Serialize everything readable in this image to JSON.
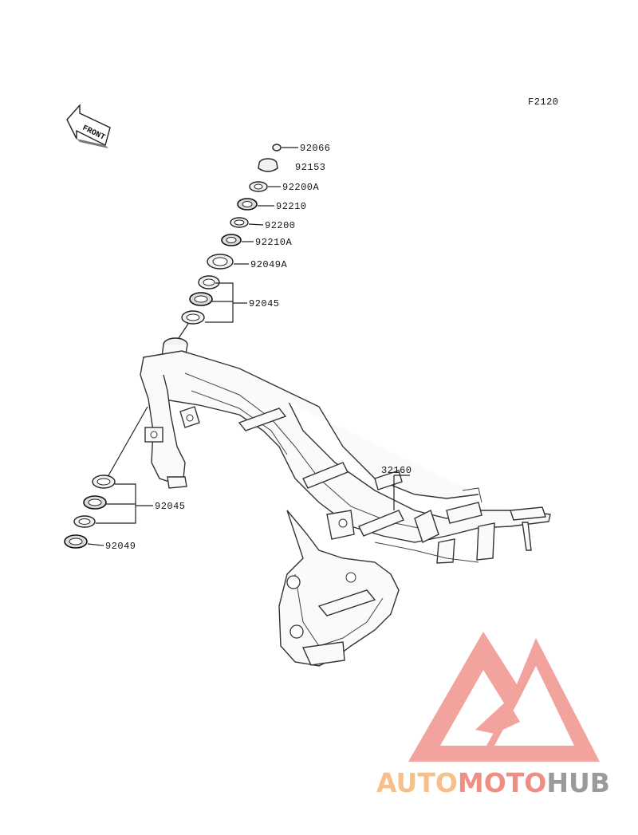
{
  "figure_code": "F2120",
  "front_label": "FRONT",
  "parts": {
    "p92066": "92066",
    "p92153": "92153",
    "p92200A": "92200A",
    "p92210": "92210",
    "p92200": "92200",
    "p92210A": "92210A",
    "p92049A": "92049A",
    "p92045_upper": "92045",
    "p32160": "32160",
    "p92045_lower": "92045",
    "p92049": "92049"
  },
  "watermark": {
    "part1": "AUTO",
    "part2": "MOTO",
    "part3": "HUB",
    "colors": {
      "part1": "#f7c08a",
      "part2": "#ee8f84",
      "part3": "#9a9a9a",
      "logo": "#f29a93"
    }
  }
}
